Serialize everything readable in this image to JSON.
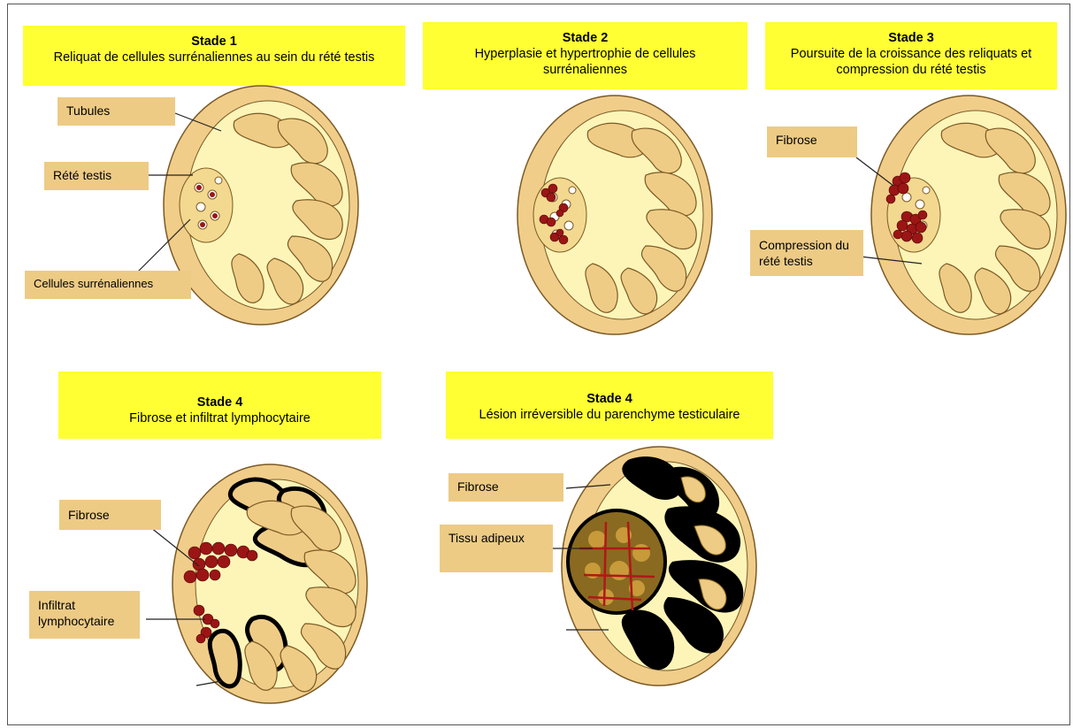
{
  "colors": {
    "title_bg": "#ffff33",
    "label_bg": "#edcb85",
    "testis_outer": "#f1cd8a",
    "testis_inner": "#fdf5b8",
    "tubule": "#efcc85",
    "adrenal_cells": "#9b1515",
    "fibrosis": "#000000"
  },
  "stages": {
    "s1": {
      "stade": "Stade 1",
      "desc": "Reliquat de cellules surrénaliennes au sein du rété testis",
      "labels": {
        "tubules": "Tubules",
        "rete": "Rété testis",
        "cells": "Cellules surrénaliennes"
      }
    },
    "s2": {
      "stade": "Stade 2",
      "desc": "Hyperplasie et hypertrophie de cellules surrénaliennes"
    },
    "s3": {
      "stade": "Stade 3",
      "desc": "Poursuite de la croissance des reliquats et compression du rété testis",
      "labels": {
        "fibrose": "Fibrose",
        "compression": "Compression du rété testis"
      }
    },
    "s4a": {
      "stade": "Stade 4",
      "desc": "Fibrose et infiltrat lymphocytaire",
      "labels": {
        "fibrose": "Fibrose",
        "infiltrat": "Infiltrat lymphocytaire"
      }
    },
    "s4b": {
      "stade": "Stade 4",
      "desc": "Lésion irréversible du parenchyme testiculaire",
      "labels": {
        "fibrose": "Fibrose",
        "tissu": "Tissu adipeux"
      }
    }
  }
}
